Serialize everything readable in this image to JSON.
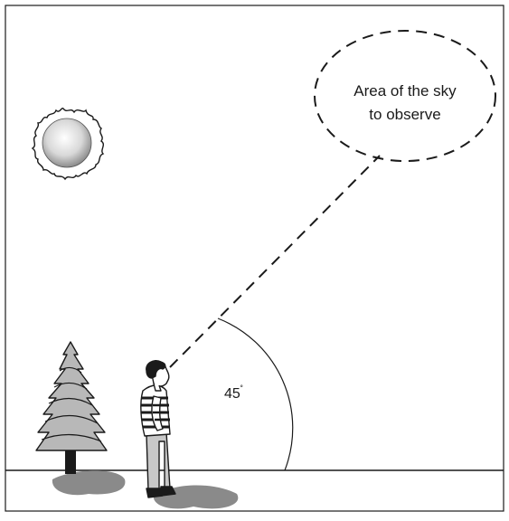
{
  "diagram": {
    "sky_label_line1": "Area of the sky",
    "sky_label_line2": "to observe",
    "angle_label": "45",
    "angle_degree_mark": "˚",
    "angle_value_degrees": 45
  },
  "colors": {
    "stroke": "#1a1a1a",
    "shadow": "#8a8a8a",
    "tree_fill": "#b8b8b8",
    "background": "#ffffff"
  },
  "icons": {
    "sun": "sun-icon",
    "tree": "tree-icon",
    "person": "observer-person-icon"
  }
}
